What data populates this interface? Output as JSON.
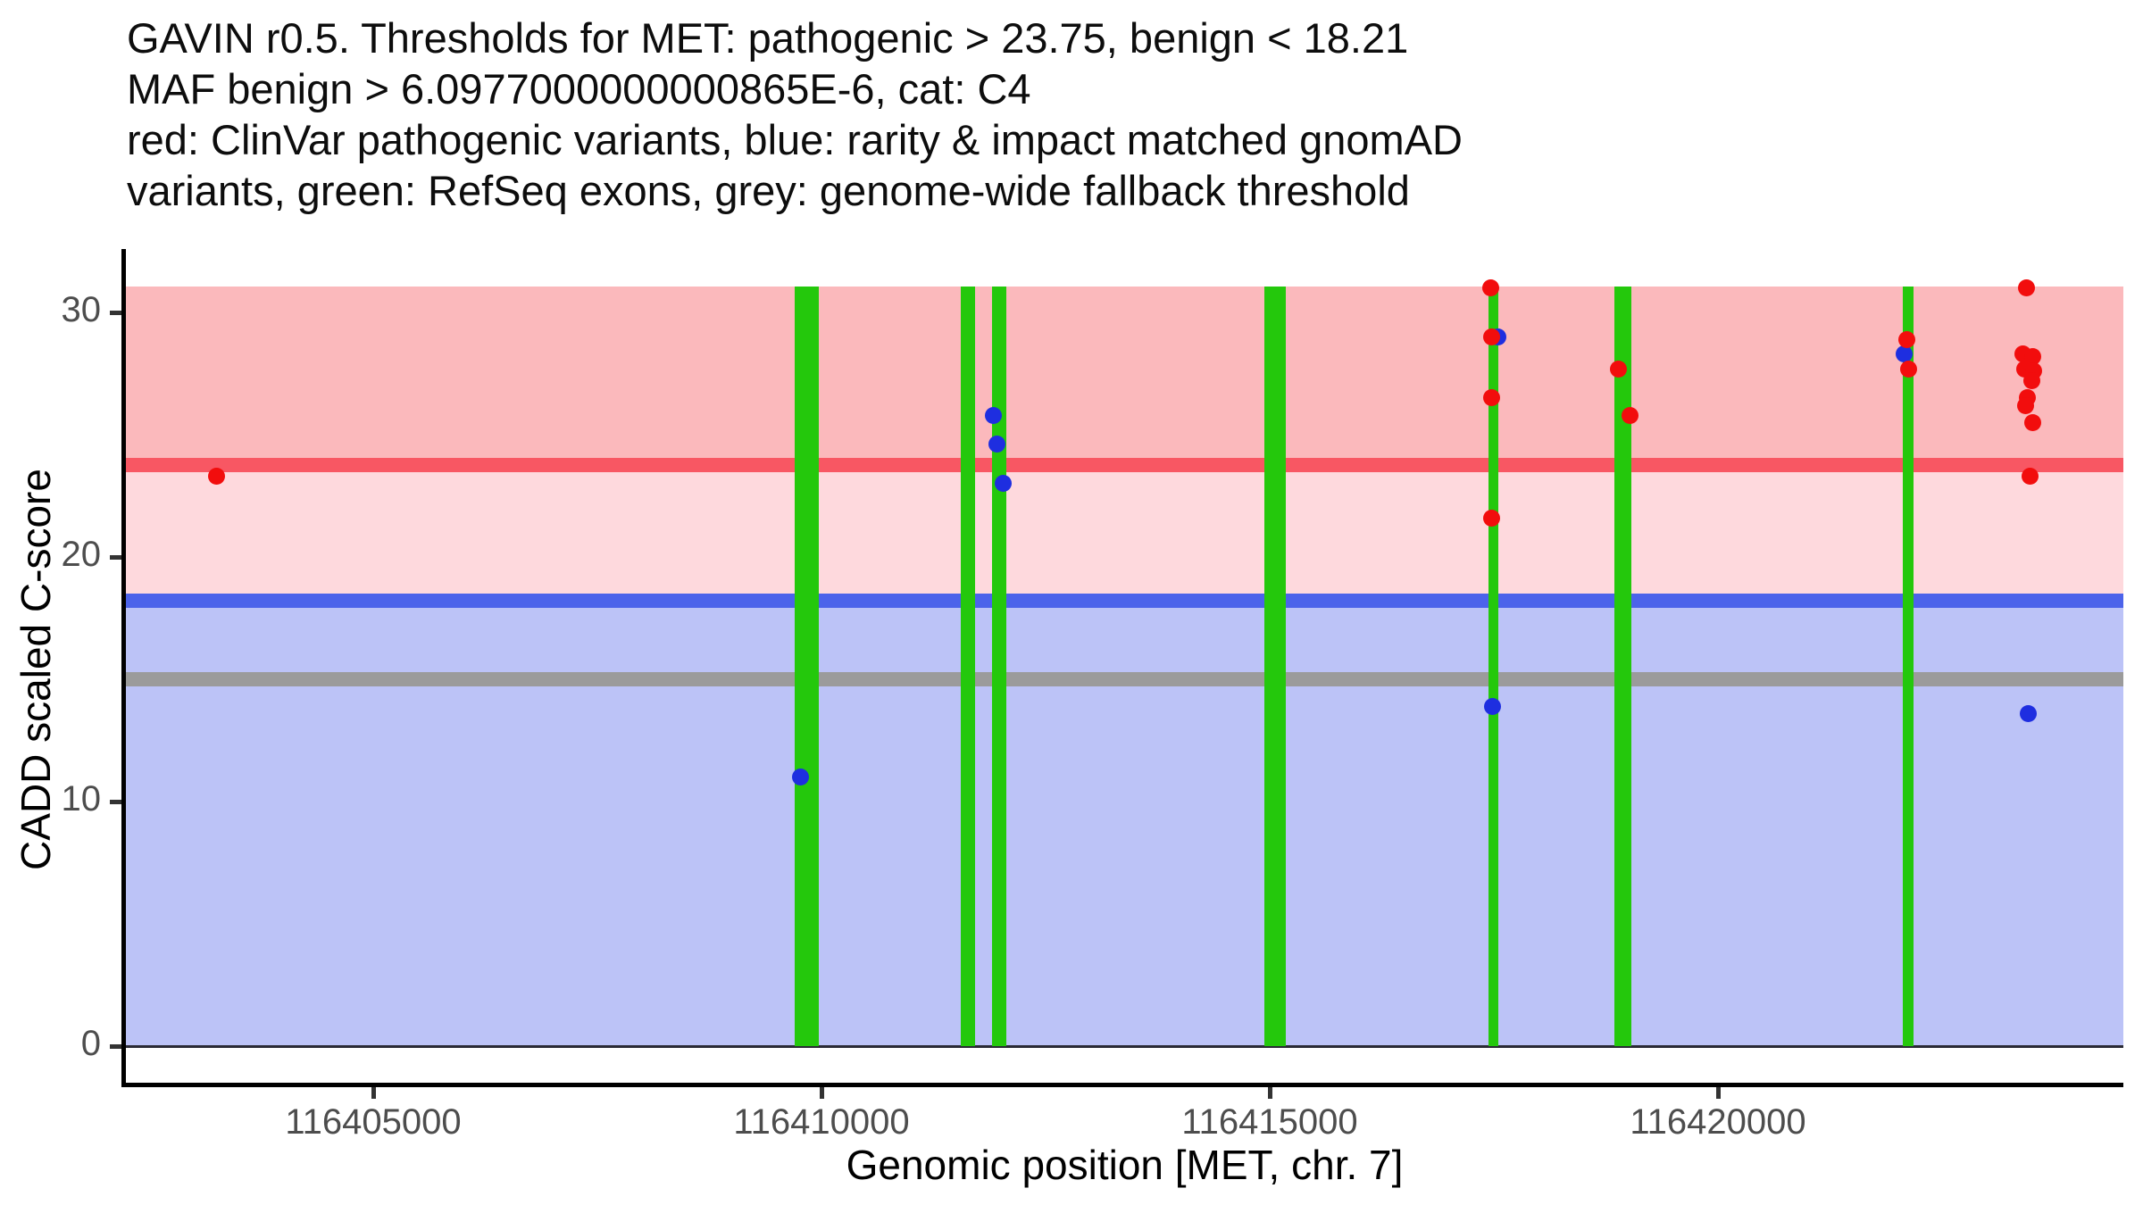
{
  "title": {
    "lines": [
      "GAVIN r0.5. Thresholds for MET: pathogenic > 23.75, benign < 18.21",
      "MAF benign > 6.0977000000000865E-6, cat: C4",
      "red: ClinVar pathogenic variants, blue: rarity & impact matched gnomAD",
      "variants, green: RefSeq exons, grey: genome-wide fallback threshold"
    ]
  },
  "chart_data": {
    "type": "scatter",
    "title": "GAVIN r0.5. Thresholds for MET: pathogenic > 23.75, benign < 18.21",
    "subtitle": "MAF benign > 6.0977000000000865E-6, cat: C4",
    "xlabel": "Genomic position [MET, chr. 7]",
    "ylabel": "CADD scaled C-score",
    "xlim": [
      116402240,
      116424520
    ],
    "ylim": [
      -1.5,
      32.6
    ],
    "x_ticks": [
      116405000,
      116410000,
      116415000,
      116420000
    ],
    "y_ticks": [
      0,
      10,
      20,
      30
    ],
    "grid": false,
    "legend": "none",
    "thresholds": {
      "pathogenic_cadd": 23.75,
      "benign_cadd": 18.21,
      "genome_wide_fallback_cadd": 15,
      "maf_benign": "6.0977000000000865E-6",
      "category": "C4"
    },
    "bands": [
      {
        "name": "pathogenic-zone",
        "from": 23.75,
        "to": 31.05,
        "color": "#fbb9bc"
      },
      {
        "name": "intermediate-zone",
        "from": 18.21,
        "to": 23.75,
        "color": "#fed9dd"
      },
      {
        "name": "benign-zone",
        "from": 0,
        "to": 18.21,
        "color": "#bcc3f7"
      }
    ],
    "hlines": [
      {
        "name": "pathogenic-threshold-line",
        "y": 23.75,
        "color": "#f85763",
        "thickness": 16
      },
      {
        "name": "benign-threshold-line",
        "y": 18.21,
        "color": "#4c63ea",
        "thickness": 16
      },
      {
        "name": "fallback-threshold-line",
        "y": 15,
        "color": "#9b9b9b",
        "thickness": 16
      },
      {
        "name": "zero-baseline",
        "y": 0,
        "color": "#2a2a35",
        "thickness": 3
      }
    ],
    "exon_color": "#24c80c",
    "exons": [
      {
        "start": 116409700,
        "end": 116409970
      },
      {
        "start": 116411555,
        "end": 116411715
      },
      {
        "start": 116411900,
        "end": 116412060
      },
      {
        "start": 116414940,
        "end": 116415180
      },
      {
        "start": 116417440,
        "end": 116417550
      },
      {
        "start": 116418845,
        "end": 116419035
      },
      {
        "start": 116422060,
        "end": 116422180
      }
    ],
    "series": [
      {
        "name": "rarity & impact matched gnomAD variants",
        "color": "#1e2ee0",
        "points": [
          [
            116409770,
            11.0
          ],
          [
            116411920,
            25.8
          ],
          [
            116411960,
            24.6
          ],
          [
            116412030,
            23.0
          ],
          [
            116417540,
            29.0
          ],
          [
            116417490,
            13.9
          ],
          [
            116422080,
            28.3
          ],
          [
            116423460,
            13.6
          ]
        ]
      },
      {
        "name": "ClinVar pathogenic variants",
        "color": "#f20d0d",
        "points": [
          [
            116403250,
            23.3
          ],
          [
            116417470,
            31.0
          ],
          [
            116417480,
            29.0
          ],
          [
            116417480,
            26.5
          ],
          [
            116417480,
            21.6
          ],
          [
            116418890,
            27.7
          ],
          [
            116419020,
            25.8
          ],
          [
            116422110,
            28.9
          ],
          [
            116422130,
            27.7
          ],
          [
            116423440,
            31.0
          ],
          [
            116423400,
            28.3
          ],
          [
            116423510,
            28.2
          ],
          [
            116423420,
            27.7
          ],
          [
            116423520,
            27.6
          ],
          [
            116423500,
            27.2
          ],
          [
            116423450,
            26.5
          ],
          [
            116423430,
            26.2
          ],
          [
            116423510,
            25.5
          ],
          [
            116423480,
            23.3
          ]
        ]
      }
    ]
  }
}
